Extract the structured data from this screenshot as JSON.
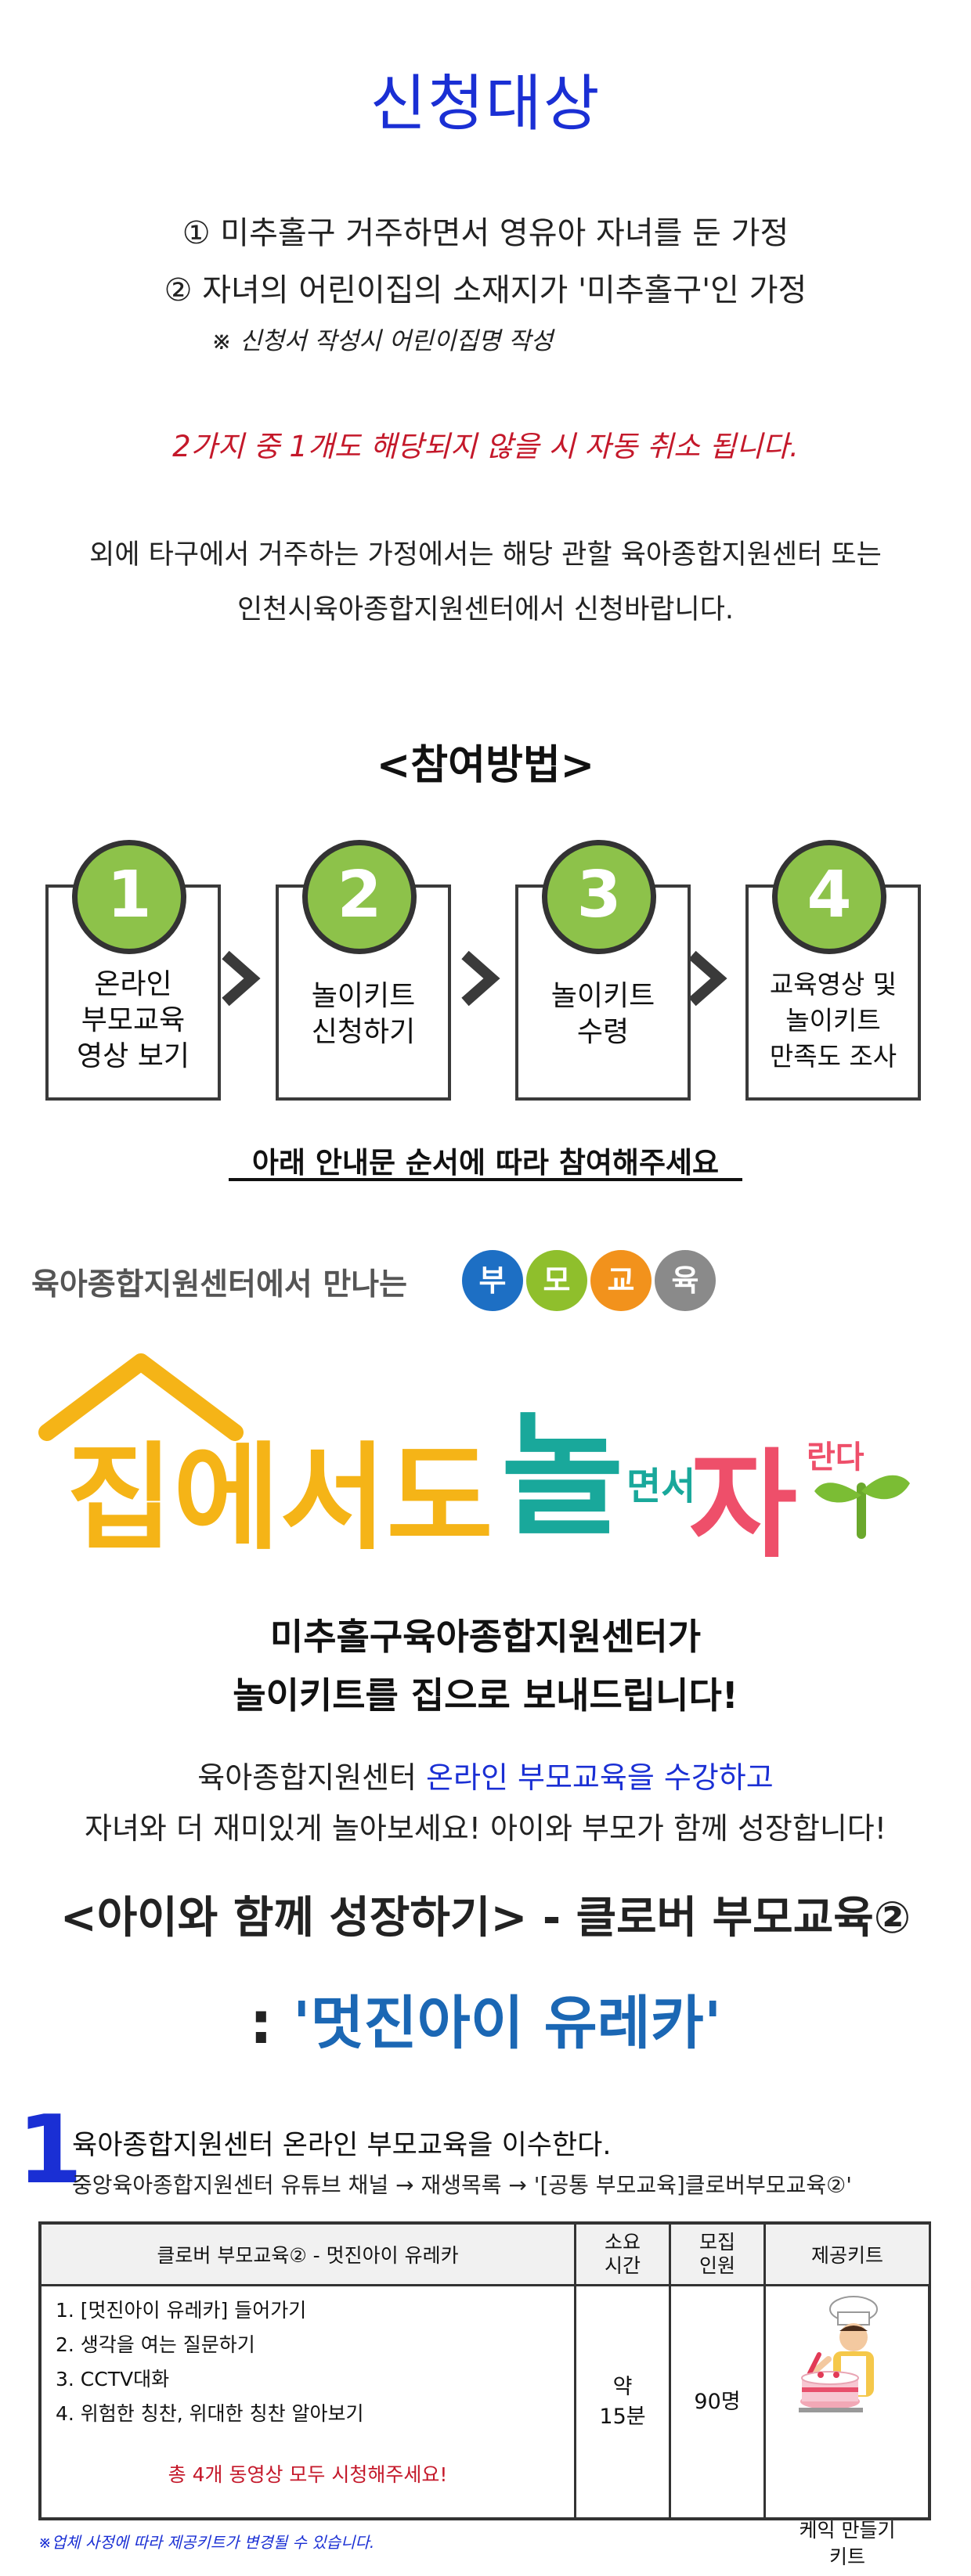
{
  "target": {
    "title": "신청대상",
    "cond1": "① 미추홀구 거주하면서 영유아 자녀를 둔 가정",
    "cond2": "② 자녀의 어린이집의 소재지가 '미추홀구'인 가정",
    "note": "※ 신청서 작성시 어린이집명 작성",
    "warning": "2가지 중 1개도 해당되지 않을 시 자동 취소 됩니다.",
    "info1": "외에 타구에서 거주하는 가정에서는 해당 관할 육아종합지원센터 또는",
    "info2": "인천시육아종합지원센터에서 신청바랍니다."
  },
  "method": {
    "title": "<참여방법>",
    "steps": [
      {
        "num": "1",
        "label": "온라인\n부모교육\n영상 보기"
      },
      {
        "num": "2",
        "label": "놀이키트\n신청하기"
      },
      {
        "num": "3",
        "label": "놀이키트\n수령"
      },
      {
        "num": "4",
        "label": "교육영상 및\n놀이키트\n만족도 조사"
      }
    ],
    "order_note": "아래 안내문 순서에 따라 참여해주세요"
  },
  "promo": {
    "center_sub": "육아종합지원센터에서 만나는",
    "badges": [
      {
        "text": "부",
        "color": "#1d6fc4"
      },
      {
        "text": "모",
        "color": "#8fbf2c"
      },
      {
        "text": "교",
        "color": "#f2921c"
      },
      {
        "text": "육",
        "color": "#8a8a8a"
      }
    ],
    "big_title": {
      "part1": "집에서도",
      "part2": "놀",
      "part3": "면서",
      "part4": "자",
      "part5": "란다",
      "color1": "#f5b417",
      "color2": "#19a89b",
      "color3": "#ee4f6a"
    },
    "bold1": "미추홀구육아종합지원센터가",
    "bold2": "놀이키트를 집으로 보내드립니다!",
    "edu1_a": "육아종합지원센터 ",
    "edu1_b": "온라인 부모교육을 수강하고",
    "edu2": "자녀와 더 재미있게 놀아보세요! 아이와 부모가 함께 성장합니다!",
    "clover_title": "<아이와 함께 성장하기> - 클로버 부모교육②",
    "clover_colon": ": ",
    "clover_sub": "'멋진아이 유레카'"
  },
  "step1": {
    "num": "1",
    "head": "육아종합지원센터 온라인 부모교육을 이수한다.",
    "path": "중앙육아종합지원센터 유튜브 채널 → 재생목록 → '[공통 부모교육]클로버부모교육②'"
  },
  "table": {
    "headers": [
      "클로버 부모교육② - 멋진아이 유레카",
      "소요\n시간",
      "모집\n인원",
      "제공키트"
    ],
    "items": [
      "1. [멋진아이 유레카] 들어가기",
      "2. 생각을 여는 질문하기",
      "3. CCTV대화",
      "4. 위험한 칭찬, 위대한 칭찬 알아보기"
    ],
    "watch_all": "총 4개 동영상 모두 시청해주세요!",
    "time": "약\n15분",
    "people": "90명",
    "kit": "케익 만들기\n키트"
  },
  "footnote": "※업체 사정에 따라 제공키트가 변경될 수 있습니다."
}
